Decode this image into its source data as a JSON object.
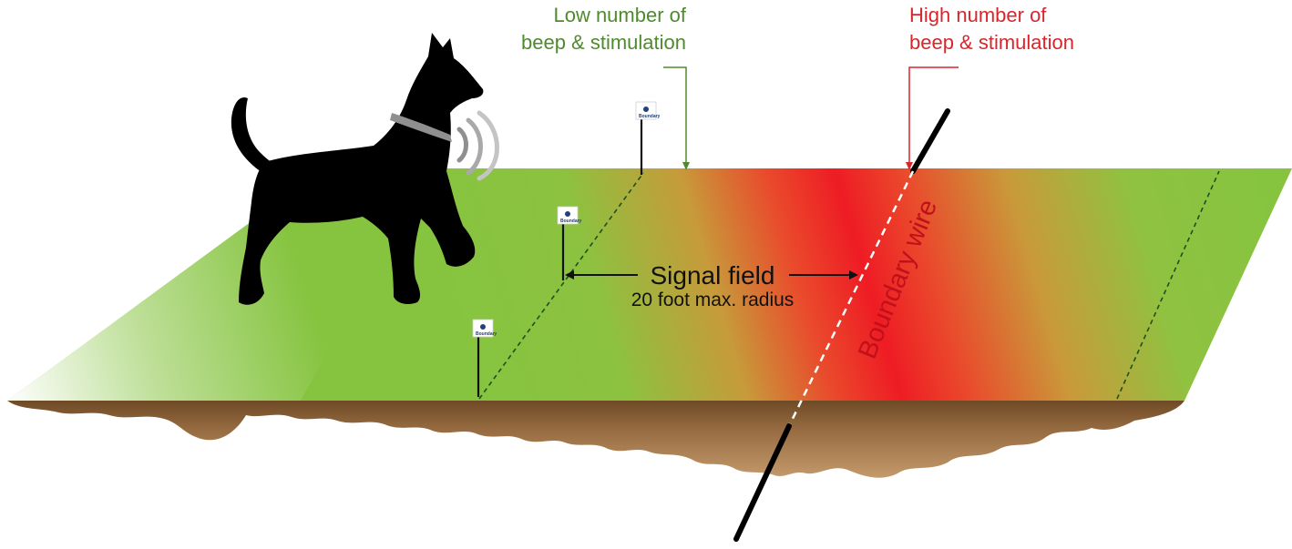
{
  "labels": {
    "low_line1": "Low number of",
    "low_line2": "beep & stimulation",
    "high_line1": "High number of",
    "high_line2": "beep & stimulation",
    "signal_title": "Signal field",
    "signal_sub": "20 foot max. radius",
    "wire": "Boundary wire"
  },
  "flag_text": "Boundary",
  "colors": {
    "grass": "#86c440",
    "signal_peak": "#ee1c24",
    "signal_mid": "#d07a35",
    "soil_top": "#6e4a25",
    "soil_bottom": "#c49a6c",
    "low_text": "#4f8a2e",
    "high_text": "#d7262c",
    "wire_label": "#c2101a",
    "collar": "#8f8f8f",
    "dog": "#000000",
    "flag": "#24427a"
  }
}
